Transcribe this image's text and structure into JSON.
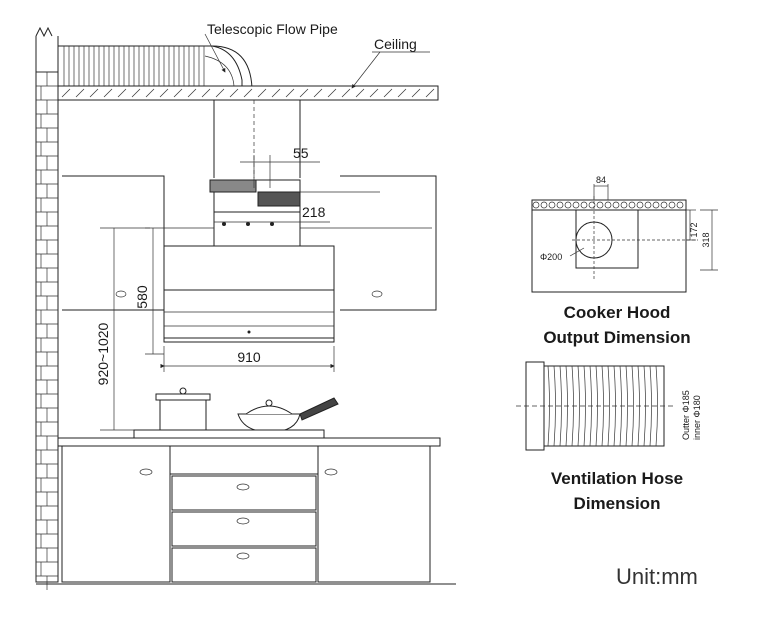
{
  "labels": {
    "telescopic_pipe": "Telescopic Flow Pipe",
    "ceiling": "Ceiling",
    "dim_55": "55",
    "dim_218": "218",
    "dim_580": "580",
    "dim_910": "910",
    "dim_height": "920~1020"
  },
  "output_dimension": {
    "dim_84": "84",
    "dim_172": "172",
    "dim_318": "318",
    "diameter": "Φ200",
    "caption_line1": "Cooker Hood",
    "caption_line2": "Output Dimension"
  },
  "hose_dimension": {
    "outer": "Outter Φ185",
    "inner": "inner Φ180",
    "caption_line1": "Ventilation Hose",
    "caption_line2": "Dimension"
  },
  "unit": "Unit:mm"
}
